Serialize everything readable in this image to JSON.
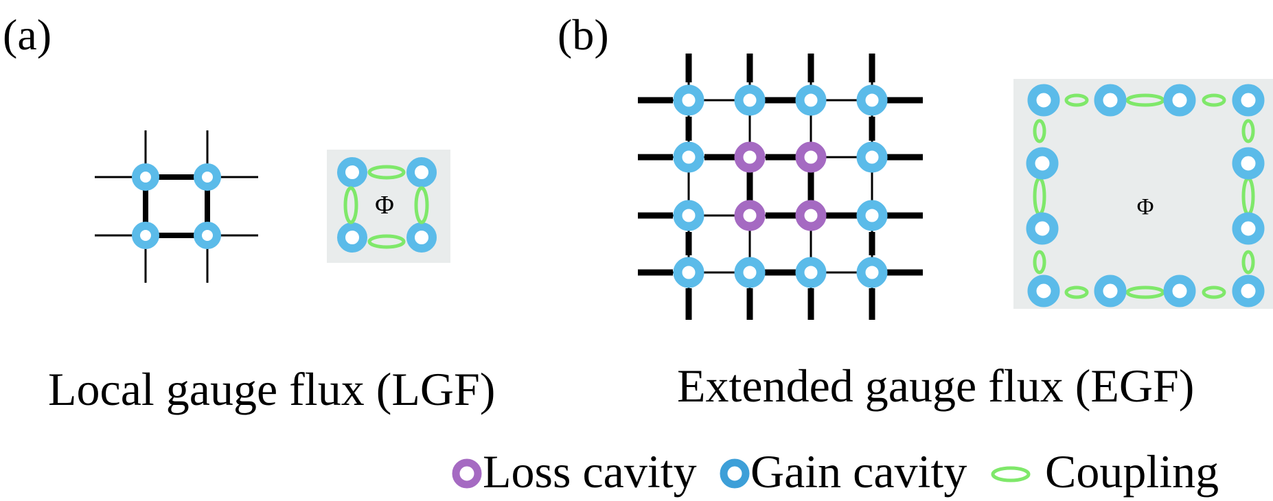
{
  "panels": {
    "a": {
      "label": "(a)",
      "caption": "Local gauge flux (LGF)",
      "flux_symbol": "Φ",
      "lattice": {
        "rows": 2,
        "cols": 2,
        "loss_cells": []
      },
      "ring": {
        "corner_gain_cavities": 4,
        "couplings_per_side": 1
      }
    },
    "b": {
      "label": "(b)",
      "caption": "Extended gauge flux (EGF)",
      "flux_symbol": "Φ",
      "lattice": {
        "rows": 4,
        "cols": 4,
        "loss_cells": [
          [
            1,
            1
          ],
          [
            1,
            2
          ],
          [
            2,
            1
          ],
          [
            2,
            2
          ]
        ]
      },
      "ring": {
        "top_bottom_cavities": 4,
        "left_right_cavities": 4
      }
    }
  },
  "legend": {
    "loss": "Loss cavity",
    "gain": "Gain cavity",
    "coupling": "Coupling"
  },
  "colors": {
    "gain": "#5bbbe9",
    "gain_dark": "#3d9fd8",
    "loss": "#a56ac2",
    "coupling": "#7fe86a",
    "box": "#e9ecec",
    "line": "#000000"
  }
}
